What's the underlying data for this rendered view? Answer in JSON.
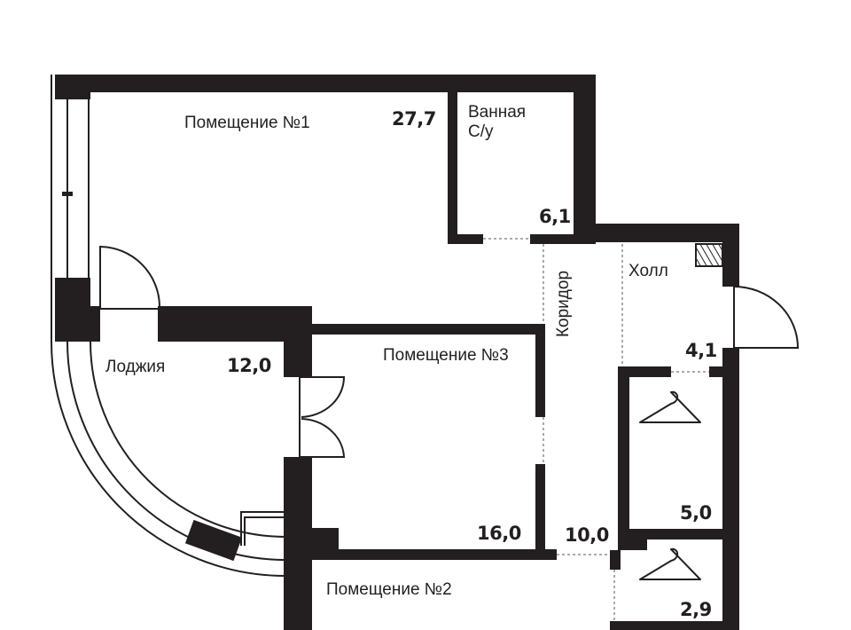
{
  "rooms": [
    {
      "name": "Помещение №1",
      "area": "27,7"
    },
    {
      "name": "Ванная",
      "name2": "С/у",
      "area": "6,1"
    },
    {
      "name": "Лоджия",
      "area": "12,0"
    },
    {
      "name": "Помещение №3",
      "area": "16,0"
    },
    {
      "name": "Коридор",
      "area": "10,0"
    },
    {
      "name": "Холл",
      "area": "4,1"
    },
    {
      "name": "Помещение №2"
    },
    {
      "closet_area_1": "5,0",
      "closet_area_2": "2,9"
    }
  ],
  "icons": [
    "hanger-icon",
    "ventilation-shaft-icon",
    "door-swing-icon",
    "window-icon"
  ],
  "colors": {
    "wall": "#231f20",
    "background": "#ffffff"
  }
}
